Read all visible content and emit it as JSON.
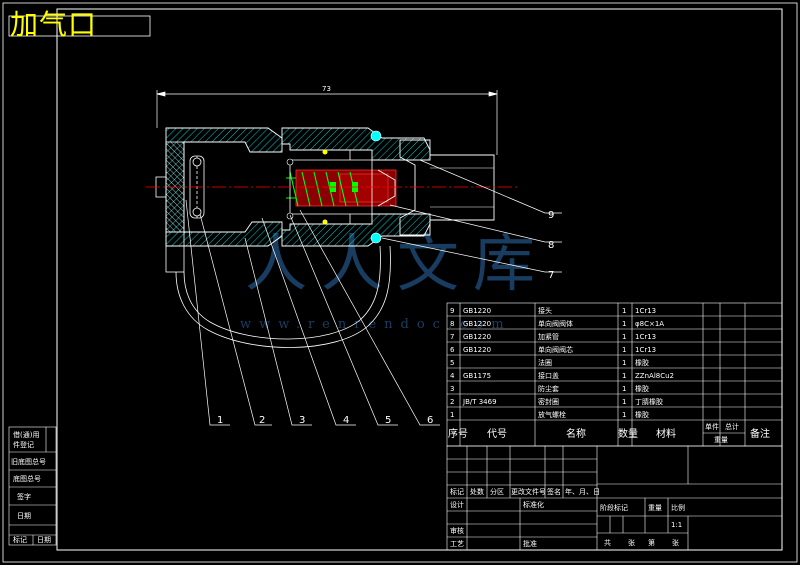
{
  "title": "加气口",
  "dimension_label": "73",
  "part_callouts": [
    "1",
    "2",
    "3",
    "4",
    "5",
    "6",
    "7",
    "8",
    "9"
  ],
  "parts_list": [
    {
      "no": "9",
      "code": "GB1220",
      "name": "接头",
      "qty": "1",
      "material": "1Cr13"
    },
    {
      "no": "8",
      "code": "GB1220",
      "name": "单向阀阀体",
      "qty": "1",
      "material": "φ8C×1A"
    },
    {
      "no": "7",
      "code": "GB1220",
      "name": "加紧管",
      "qty": "1",
      "material": "1Cr13"
    },
    {
      "no": "6",
      "code": "GB1220",
      "name": "单向阀阀芯",
      "qty": "1",
      "material": "1Cr13"
    },
    {
      "no": "5",
      "code": "",
      "name": "法圈",
      "qty": "1",
      "material": "橡胶"
    },
    {
      "no": "4",
      "code": "GB1175",
      "name": "接口盖",
      "qty": "1",
      "material": "ZZnAl8Cu2"
    },
    {
      "no": "3",
      "code": "",
      "name": "防尘套",
      "qty": "1",
      "material": "橡胶"
    },
    {
      "no": "2",
      "code": "JB/T 3469",
      "name": "密封圈",
      "qty": "1",
      "material": "丁腈橡胶"
    },
    {
      "no": "1",
      "code": "",
      "name": "放气螺栓",
      "qty": "1",
      "material": "橡胶"
    }
  ],
  "parts_header": {
    "no": "序号",
    "code": "代号",
    "name": "名称",
    "qty": "数量",
    "material": "材料",
    "unit_weight": "单件",
    "total_weight": "总计",
    "weight": "重量",
    "remark": "备注"
  },
  "title_block": {
    "mark": "标记",
    "count": "处数",
    "zone": "分区",
    "change_doc": "更改文件号",
    "sign": "签名",
    "date": "年、月、日",
    "design": "设计",
    "standardize": "标准化",
    "stage_mark": "阶段标记",
    "weight": "重量",
    "scale": "比例",
    "scale_value": "1:1",
    "review": "审核",
    "process": "工艺",
    "approve": "批准",
    "sheet_total": "共",
    "sheet_word": "张",
    "sheet_no": "第",
    "sheet_word2": "张"
  },
  "left_strip": [
    "借(通)用",
    "件登记",
    "旧底图总号",
    "底图总号",
    "签字",
    "日期",
    "标记",
    "日期"
  ],
  "watermark": {
    "main": "人人文库",
    "url": "www.renrendoc.com"
  },
  "colors": {
    "frame": "#ffffff",
    "title": "#ffff00",
    "hatch": "#00ffff",
    "centerline": "#ff0000",
    "body": "#ff0000",
    "spring": "#00ff00",
    "watermark": "#2f6fb0"
  }
}
